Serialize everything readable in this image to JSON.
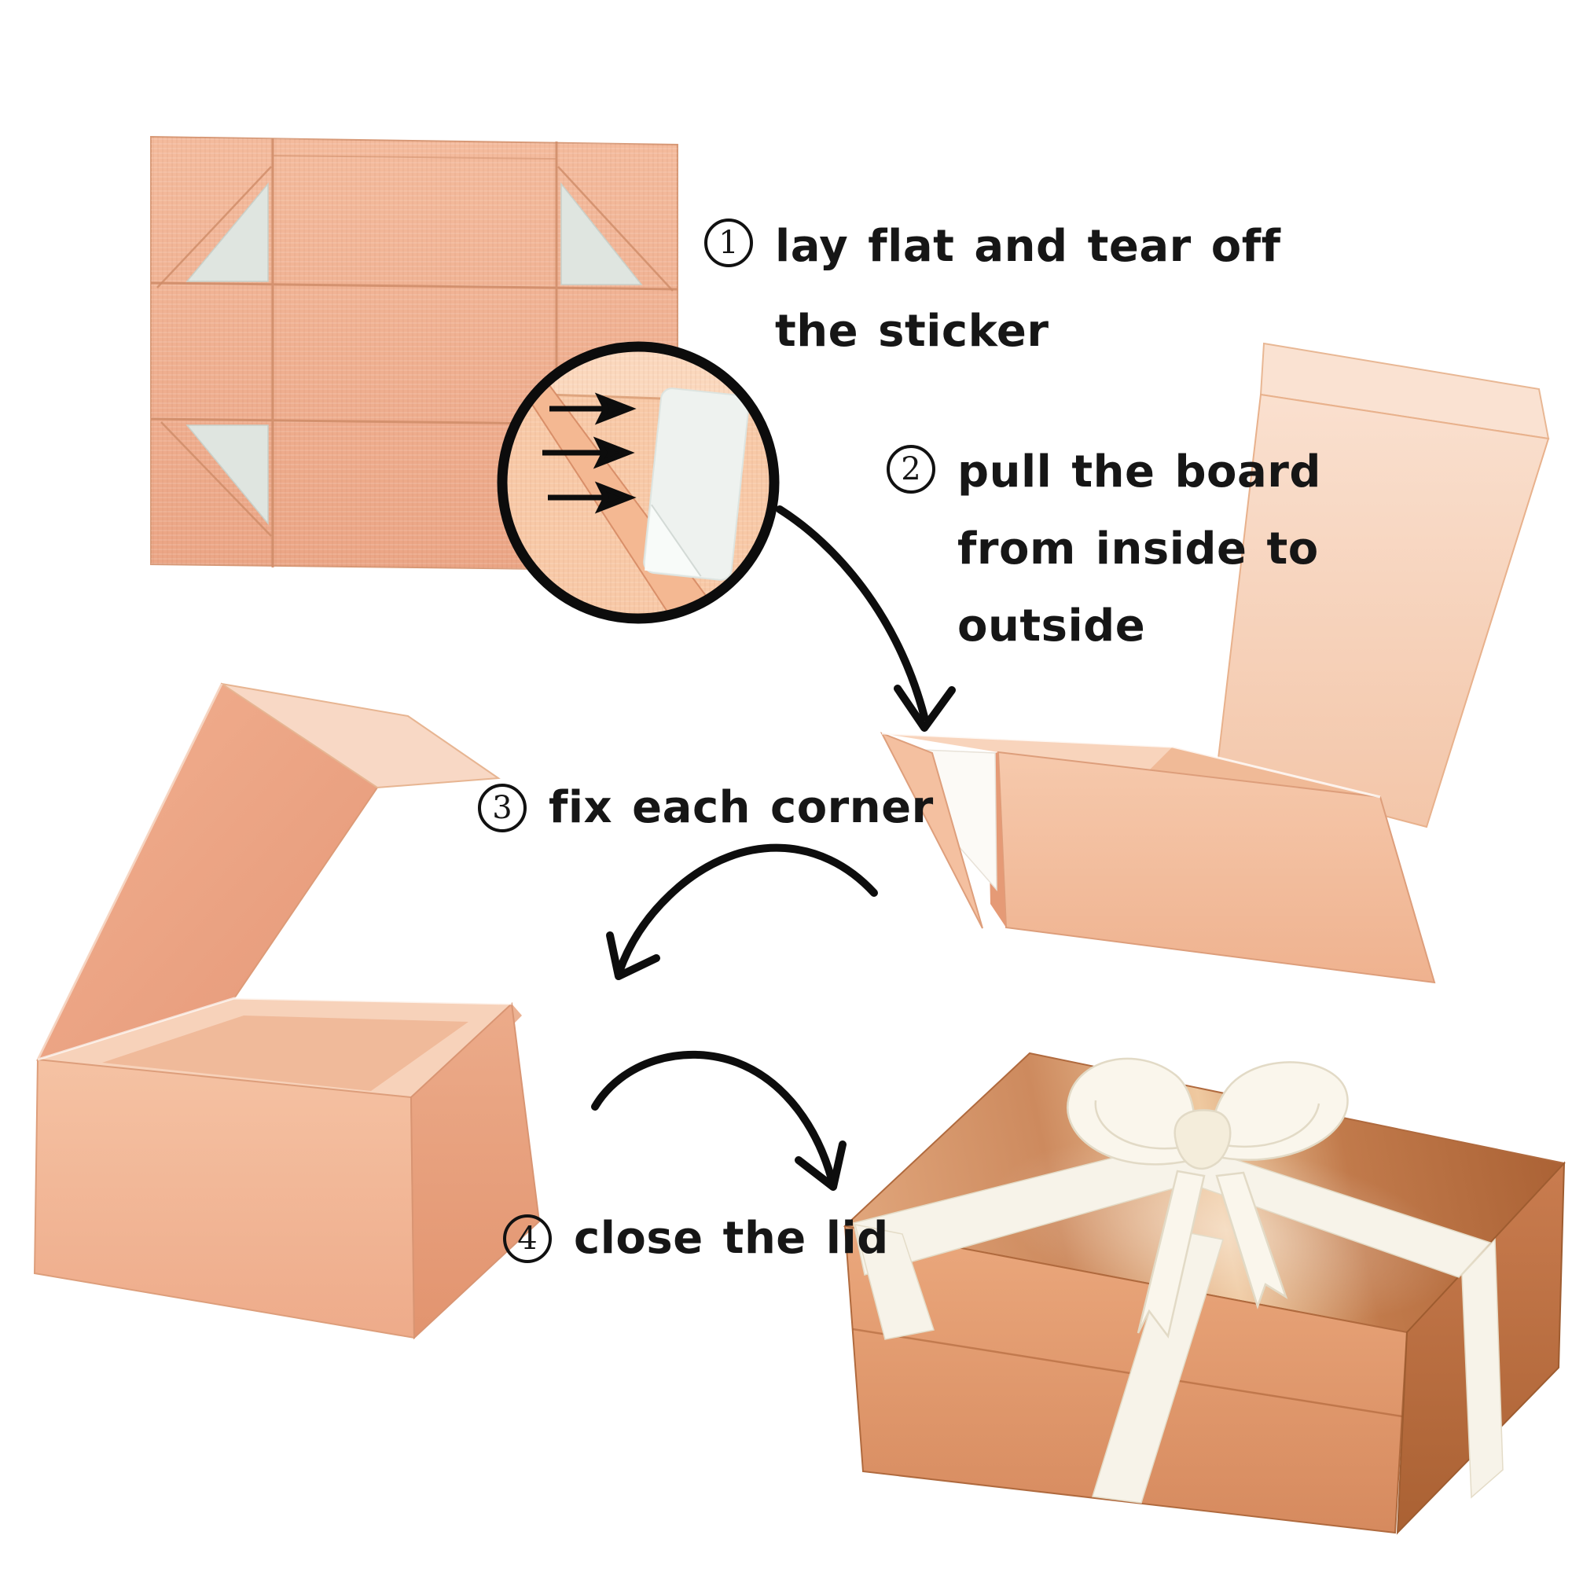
{
  "page": {
    "background_color": "#ffffff",
    "kind": "gift box folding instructions"
  },
  "steps": [
    {
      "number": "1",
      "lines": [
        "lay flat and tear off",
        "the sticker"
      ]
    },
    {
      "number": "2",
      "lines": [
        "pull the board",
        "from inside to",
        "outside"
      ]
    },
    {
      "number": "3",
      "lines": [
        "fix each corner"
      ]
    },
    {
      "number": "4",
      "lines": [
        "close the lid"
      ]
    }
  ],
  "figures": {
    "flat_box": "unfolded flat rose-gold box blank with white corner stickers",
    "magnifier": "zoom circle showing sticker peeled from corner with three arrows",
    "open_box_step2": "open box with lid raised, side board pulled from inside to outside",
    "open_box_step3": "assembled open box with lid standing up",
    "finished_box": "closed metallic rose-gold gift box tied with ivory ribbon bow"
  },
  "palette": {
    "rose": "#eeab8b",
    "rose_light": "#f6cdb4",
    "rose_deep": "#e2926f",
    "crease": "#cf8c68",
    "sticker_grey": "#dfe5e0",
    "board_white": "#fcfaf6",
    "metal_light": "#efc9a0",
    "metal": "#c8835a",
    "metal_dark": "#aa6134",
    "ribbon": "#f7f3e9",
    "arrow_black": "#0d0d0d",
    "text": "#161616"
  }
}
